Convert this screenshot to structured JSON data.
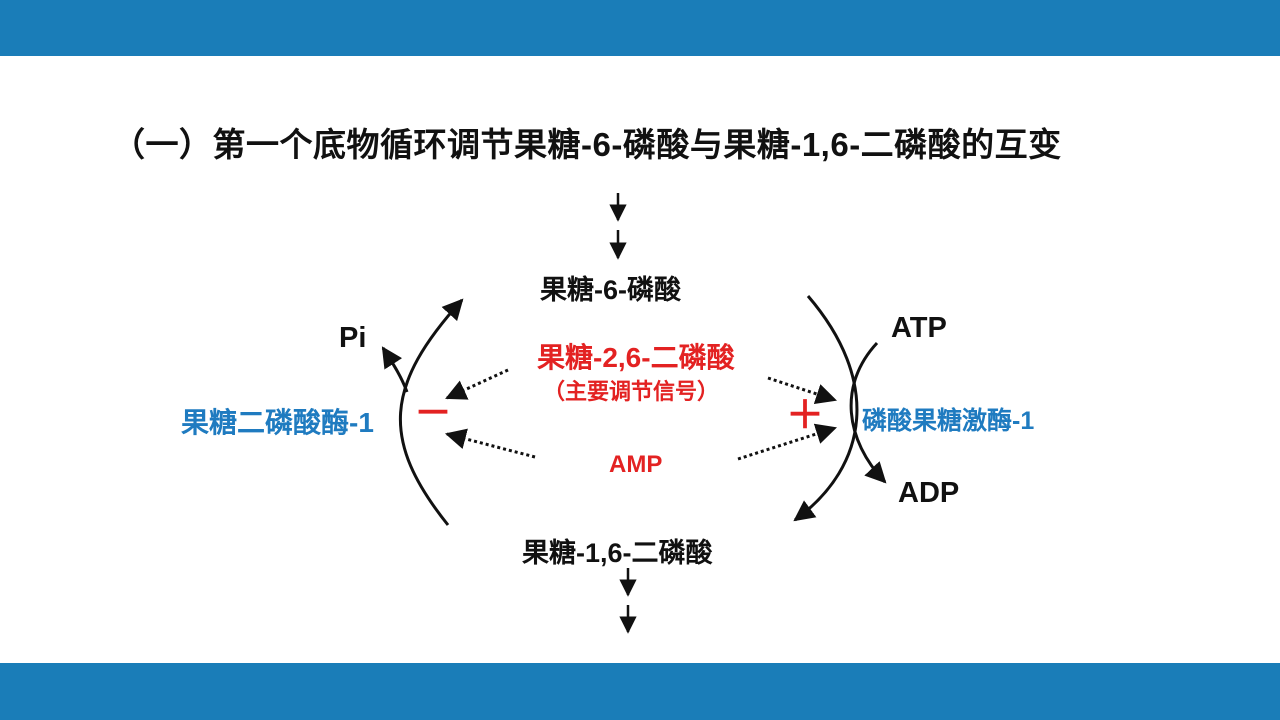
{
  "slide": {
    "title": "（一）第一个底物循环调节果糖-6-磷酸与果糖-1,6-二磷酸的互变"
  },
  "diagram": {
    "f6p": "果糖-6-磷酸",
    "f16bp": "果糖-1,6-二磷酸",
    "regulator": "果糖-2,6-二磷酸",
    "regulator_note": "（主要调节信号）",
    "amp": "AMP",
    "enzyme_left": "果糖二磷酸酶-1",
    "enzyme_right": "磷酸果糖激酶-1",
    "pi": "Pi",
    "atp": "ATP",
    "adp": "ADP",
    "inhibit_sign": "－",
    "activate_sign": "＋"
  },
  "colors": {
    "bar": "#1a7db8",
    "text": "#111111",
    "regulator": "#e32222",
    "enzyme": "#1f7bc0"
  }
}
